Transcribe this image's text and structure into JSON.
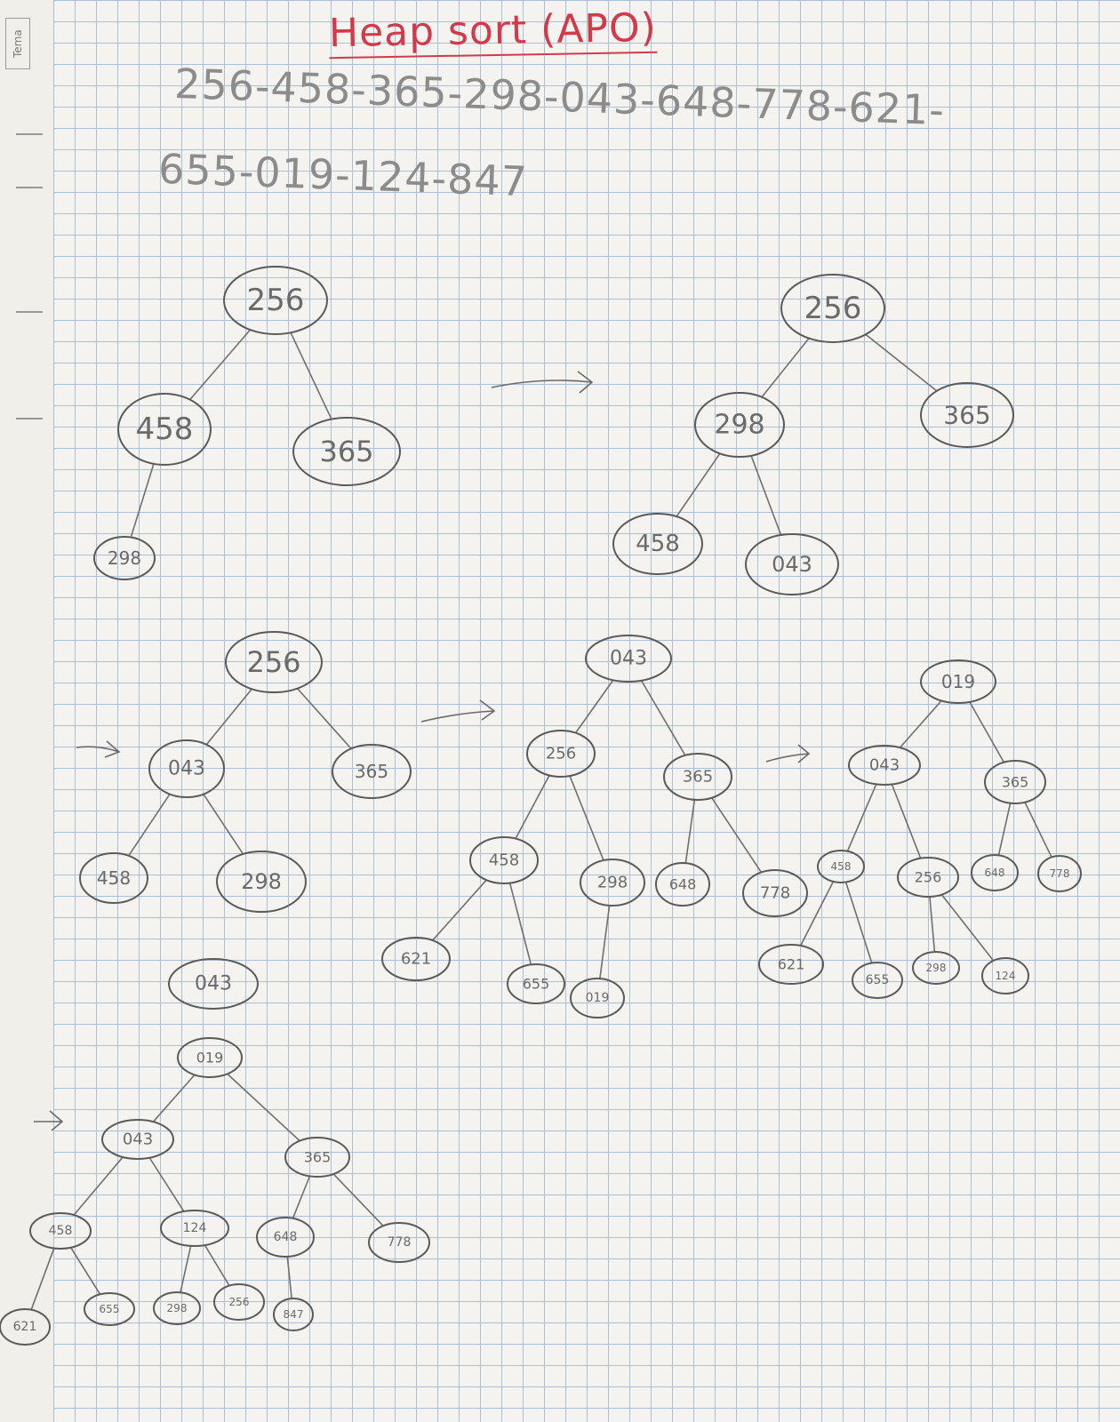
{
  "page_tab_label": "Tema",
  "title": "Heap sort (APO)",
  "sequence_line1": "256-458-365-298-043-648-778-621-",
  "sequence_line2": "655-019-124-847",
  "trees": [
    {
      "id": "tree-1",
      "nodes": [
        {
          "label": "256"
        },
        {
          "label": "458"
        },
        {
          "label": "365"
        },
        {
          "label": "298"
        }
      ],
      "edges": [
        [
          0,
          1
        ],
        [
          0,
          2
        ],
        [
          1,
          3
        ]
      ]
    },
    {
      "id": "tree-2",
      "nodes": [
        {
          "label": "256"
        },
        {
          "label": "298"
        },
        {
          "label": "365"
        },
        {
          "label": "458"
        },
        {
          "label": "043"
        }
      ],
      "edges": [
        [
          0,
          1
        ],
        [
          0,
          2
        ],
        [
          1,
          3
        ],
        [
          1,
          4
        ]
      ]
    },
    {
      "id": "tree-3",
      "nodes": [
        {
          "label": "256"
        },
        {
          "label": "043"
        },
        {
          "label": "365"
        },
        {
          "label": "458"
        },
        {
          "label": "298"
        }
      ],
      "edges": [
        [
          0,
          1
        ],
        [
          0,
          2
        ],
        [
          1,
          3
        ],
        [
          1,
          4
        ]
      ]
    },
    {
      "id": "tree-4",
      "nodes": [
        {
          "label": "043"
        },
        {
          "label": "256"
        },
        {
          "label": "365"
        },
        {
          "label": "458"
        },
        {
          "label": "298"
        },
        {
          "label": "648"
        },
        {
          "label": "778"
        },
        {
          "label": "621"
        },
        {
          "label": "655"
        },
        {
          "label": "019"
        }
      ],
      "edges": [
        [
          0,
          1
        ],
        [
          0,
          2
        ],
        [
          1,
          3
        ],
        [
          1,
          4
        ],
        [
          2,
          5
        ],
        [
          2,
          6
        ],
        [
          3,
          7
        ],
        [
          3,
          8
        ],
        [
          4,
          9
        ]
      ]
    },
    {
      "id": "tree-5",
      "nodes": [
        {
          "label": "019"
        },
        {
          "label": "043"
        },
        {
          "label": "365"
        },
        {
          "label": "458"
        },
        {
          "label": "256"
        },
        {
          "label": "648"
        },
        {
          "label": "778"
        },
        {
          "label": "621"
        },
        {
          "label": "655"
        },
        {
          "label": "298"
        },
        {
          "label": "124"
        }
      ],
      "edges": [
        [
          0,
          1
        ],
        [
          0,
          2
        ],
        [
          1,
          3
        ],
        [
          1,
          4
        ],
        [
          2,
          5
        ],
        [
          2,
          6
        ],
        [
          3,
          7
        ],
        [
          3,
          8
        ],
        [
          4,
          9
        ],
        [
          4,
          10
        ]
      ]
    },
    {
      "id": "tree-6",
      "nodes": [
        {
          "label": "019"
        },
        {
          "label": "043"
        },
        {
          "label": "365"
        },
        {
          "label": "458"
        },
        {
          "label": "124"
        },
        {
          "label": "648"
        },
        {
          "label": "778"
        },
        {
          "label": "621"
        },
        {
          "label": "655"
        },
        {
          "label": "298"
        },
        {
          "label": "256"
        },
        {
          "label": "847"
        }
      ],
      "edges": [
        [
          0,
          1
        ],
        [
          0,
          2
        ],
        [
          1,
          3
        ],
        [
          1,
          4
        ],
        [
          2,
          5
        ],
        [
          2,
          6
        ],
        [
          3,
          7
        ],
        [
          3,
          8
        ],
        [
          4,
          9
        ],
        [
          4,
          10
        ],
        [
          5,
          11
        ]
      ]
    }
  ],
  "loose_nodes": [
    {
      "label": "043"
    }
  ]
}
